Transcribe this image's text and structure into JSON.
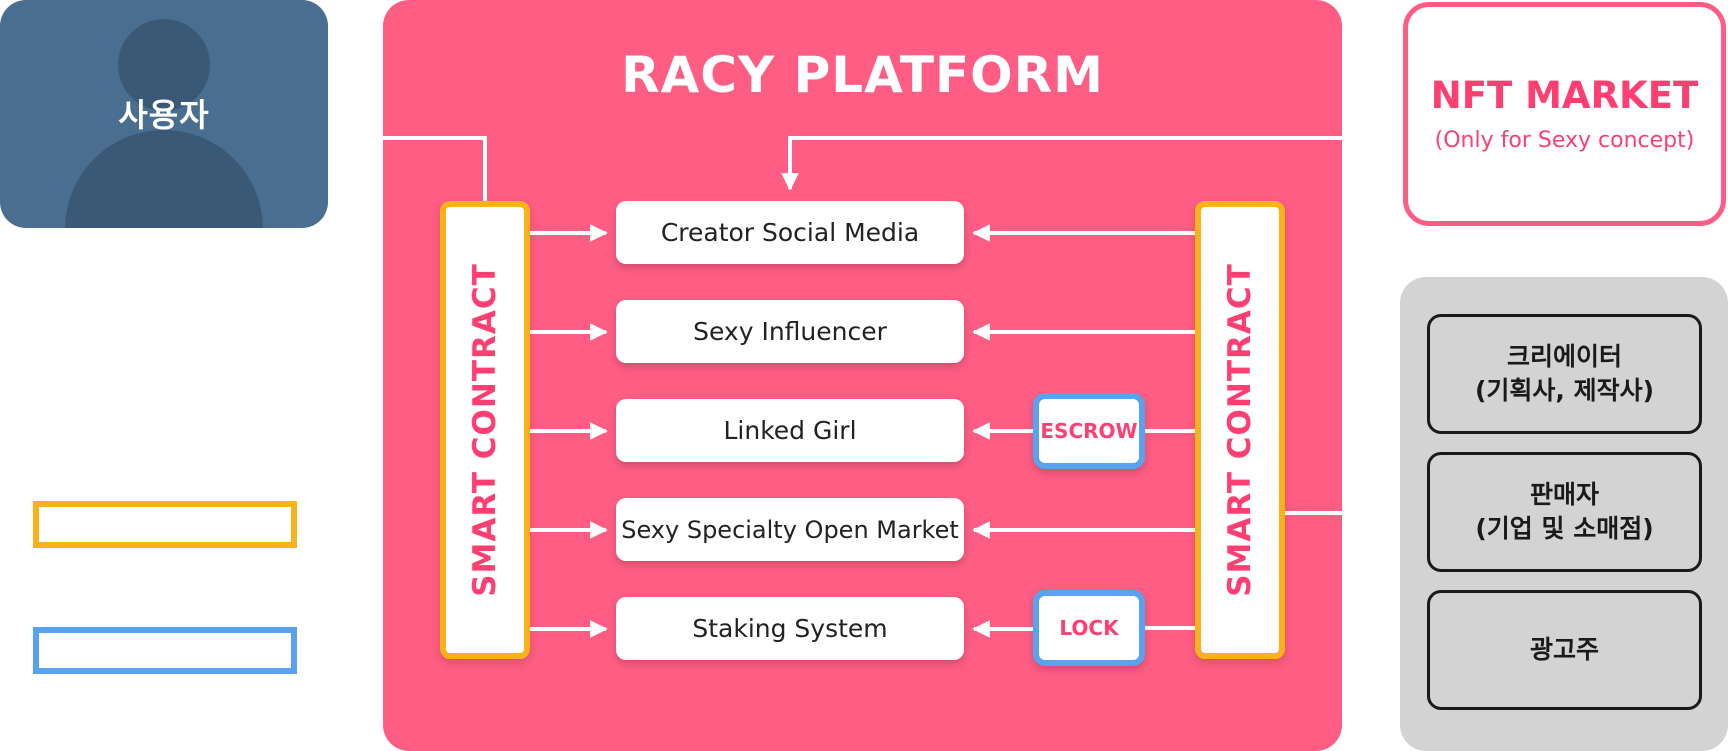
{
  "user": {
    "label": "사용자"
  },
  "platform": {
    "title": "RACY PLATFORM",
    "smart_contract_left": "SMART CONTRACT",
    "smart_contract_right": "SMART CONTRACT",
    "modules": [
      "Creator Social Media",
      "Sexy Influencer",
      "Linked Girl",
      "Sexy Specialty Open Market",
      "Staking System"
    ],
    "escrow_label": "ESCROW",
    "lock_label": "LOCK"
  },
  "nft_market": {
    "title": "NFT MARKET",
    "subtitle": "(Only for Sexy concept)"
  },
  "participants": [
    {
      "line1": "크리에이터",
      "line2": "(기획사, 제작사)"
    },
    {
      "line1": "판매자",
      "line2": "(기업 및 소매점)"
    },
    {
      "line1": "광고주",
      "line2": ""
    }
  ],
  "colors": {
    "platform": "#ff5d84",
    "smart_contract_border": "#fbb219",
    "tag_border": "#59a2ef",
    "user_card": "#4a6e90",
    "participants_bg": "#d3d3d3",
    "accent_text": "#ff3f72"
  }
}
